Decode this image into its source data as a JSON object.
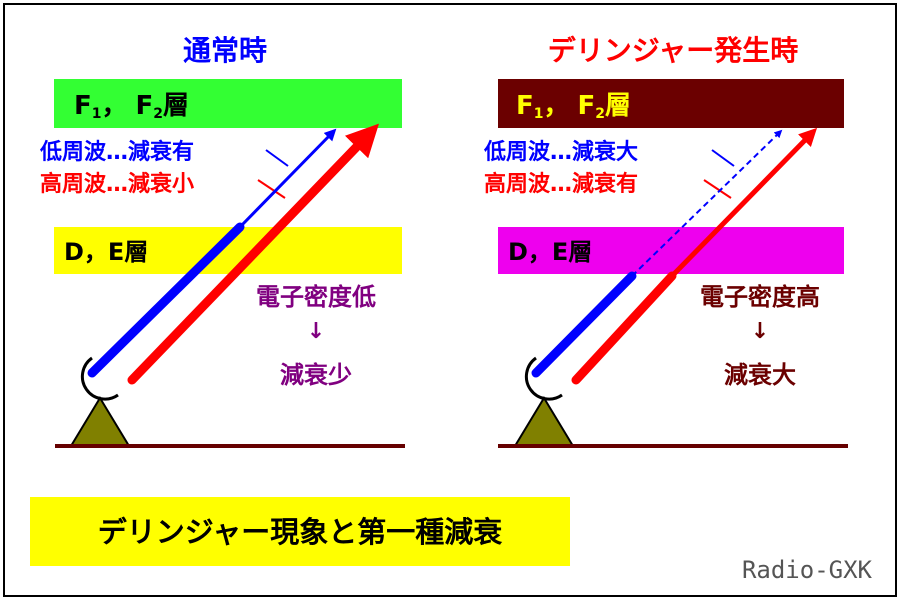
{
  "left": {
    "title": "通常時",
    "f_layer": {
      "prefix": "F",
      "sub1": "1",
      "mid": "，",
      "f2": "F",
      "sub2": "2",
      "suffix": "層"
    },
    "de_layer": "D，E層",
    "low_label": "低周波…減衰有",
    "high_label": "高周波…減衰小",
    "density": "電子密度低",
    "arrow": "↓",
    "result": "減衰少"
  },
  "right": {
    "title": "デリンジャー発生時",
    "f_layer": {
      "prefix": "F",
      "sub1": "1",
      "mid": "，",
      "f2": "F",
      "sub2": "2",
      "suffix": "層"
    },
    "de_layer": "D，E層",
    "low_label": "低周波…減衰大",
    "high_label": "高周波…減衰有",
    "density": "電子密度高",
    "arrow": "↓",
    "result": "減衰大"
  },
  "caption": "デリンジャー現象と第一種減衰",
  "credit": "Radio-GXK",
  "colors": {
    "blue": "#0000ff",
    "red": "#ff0000",
    "green": "#33ff33",
    "yellow": "#ffff00",
    "magenta": "#ee00ee",
    "maroon": "#6b0000",
    "purple": "#800080",
    "ground": "#660000",
    "olive": "#808000"
  }
}
